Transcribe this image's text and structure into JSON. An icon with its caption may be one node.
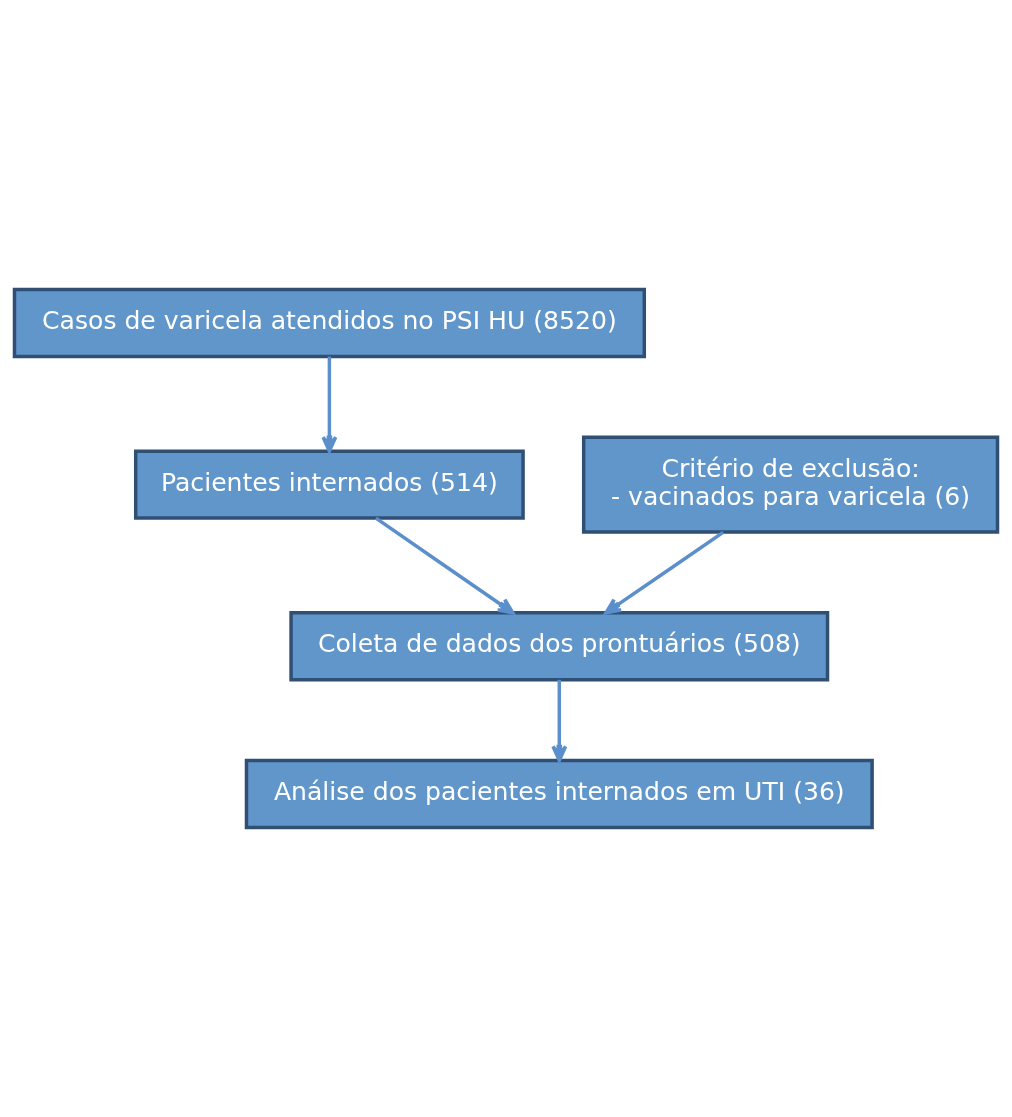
{
  "diagram": {
    "nodes": [
      {
        "text": [
          "Casos de varicela atendidos no PSI HU (8520)"
        ]
      },
      {
        "text": [
          "Pacientes internados (514)"
        ]
      },
      {
        "text": [
          "Critério de exclusão:",
          "- vacinados para varicela (6)"
        ]
      },
      {
        "text": [
          "Coleta de dados dos prontuários (508)"
        ]
      },
      {
        "text": [
          "Análise dos pacientes internados em UTI (36)"
        ]
      }
    ],
    "edges": [
      {
        "from": 0,
        "to": 1,
        "arrow": "to"
      },
      {
        "from": 1,
        "to": 3,
        "arrow": "to"
      },
      {
        "from": 2,
        "to": 3,
        "arrow": "to"
      },
      {
        "from": 3,
        "to": 4,
        "arrow": "to"
      }
    ]
  }
}
